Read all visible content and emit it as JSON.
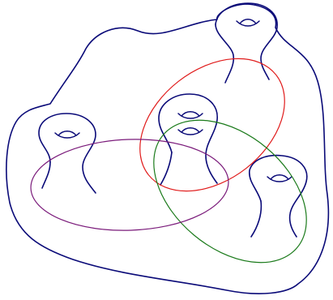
{
  "figure": {
    "colors": {
      "surface": "#0a0a78",
      "red_curve": "#e01b1b",
      "green_curve": "#1a7a1a",
      "purple_curve": "#7a1a7a",
      "background": "#ffffff"
    },
    "handles": [
      {
        "id": "top-right",
        "genus": 1
      },
      {
        "id": "left",
        "genus": 1
      },
      {
        "id": "center",
        "genus": 2
      },
      {
        "id": "bottom-right",
        "genus": 1
      }
    ],
    "curves": [
      {
        "id": "red",
        "description_color": "red"
      },
      {
        "id": "green",
        "description_color": "green"
      },
      {
        "id": "purple",
        "description_color": "purple"
      }
    ]
  }
}
